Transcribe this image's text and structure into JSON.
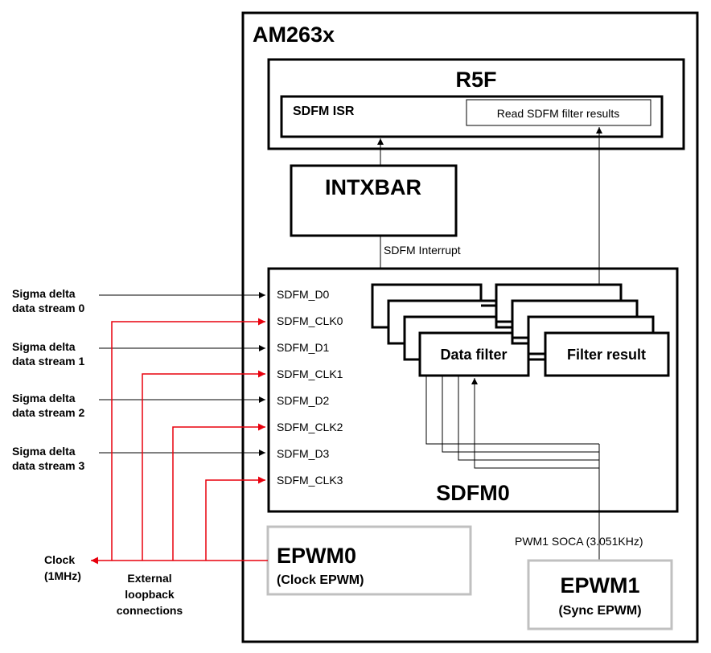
{
  "colors": {
    "line": "#000000",
    "clock_line": "#e8000d",
    "epwm_border": "#c0c0c0",
    "background": "#ffffff"
  },
  "chip": {
    "title": "AM263x"
  },
  "r5f": {
    "title": "R5F",
    "isr_label": "SDFM ISR",
    "read_results_label": "Read SDFM filter results"
  },
  "intxbar": {
    "title": "INTXBAR",
    "interrupt_label": "SDFM Interrupt"
  },
  "sdfm": {
    "title": "SDFM0",
    "pins": [
      "SDFM_D0",
      "SDFM_CLK0",
      "SDFM_D1",
      "SDFM_CLK1",
      "SDFM_D2",
      "SDFM_CLK2",
      "SDFM_D3",
      "SDFM_CLK3"
    ],
    "data_filter_label": "Data filter",
    "filter_result_label": "Filter result",
    "filter_stack_count": 4
  },
  "inputs": [
    {
      "line1": "Sigma delta",
      "line2": "data stream 0"
    },
    {
      "line1": "Sigma delta",
      "line2": "data stream 1"
    },
    {
      "line1": "Sigma delta",
      "line2": "data stream 2"
    },
    {
      "line1": "Sigma delta",
      "line2": "data stream 3"
    }
  ],
  "clock_output": {
    "line1": "Clock",
    "line2": "(1MHz)"
  },
  "loopback": {
    "line1": "External",
    "line2": "loopback",
    "line3": "connections"
  },
  "epwm0": {
    "title": "EPWM0",
    "subtitle": "(Clock EPWM)"
  },
  "epwm1": {
    "title": "EPWM1",
    "subtitle": "(Sync EPWM)",
    "soca_label": "PWM1 SOCA (3.051KHz)"
  }
}
